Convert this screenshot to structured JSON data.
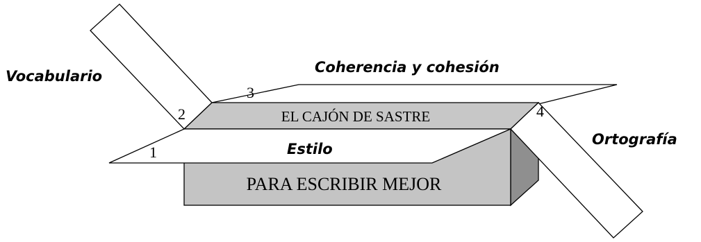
{
  "box": {
    "top_label": "EL CAJÓN DE SASTRE",
    "front_label": "PARA ESCRIBIR MEJOR"
  },
  "flaps": [
    {
      "number": "1",
      "label": "Estilo"
    },
    {
      "number": "2",
      "label": "Vocabulario"
    },
    {
      "number": "3",
      "label": "Coherencia y cohesión"
    },
    {
      "number": "4",
      "label": "Ortografía"
    }
  ],
  "colors": {
    "box_top": "#c7c7c7",
    "box_front": "#c4c4c4",
    "box_side": "#8f8f8f",
    "outline": "#000000",
    "background": "#ffffff"
  }
}
